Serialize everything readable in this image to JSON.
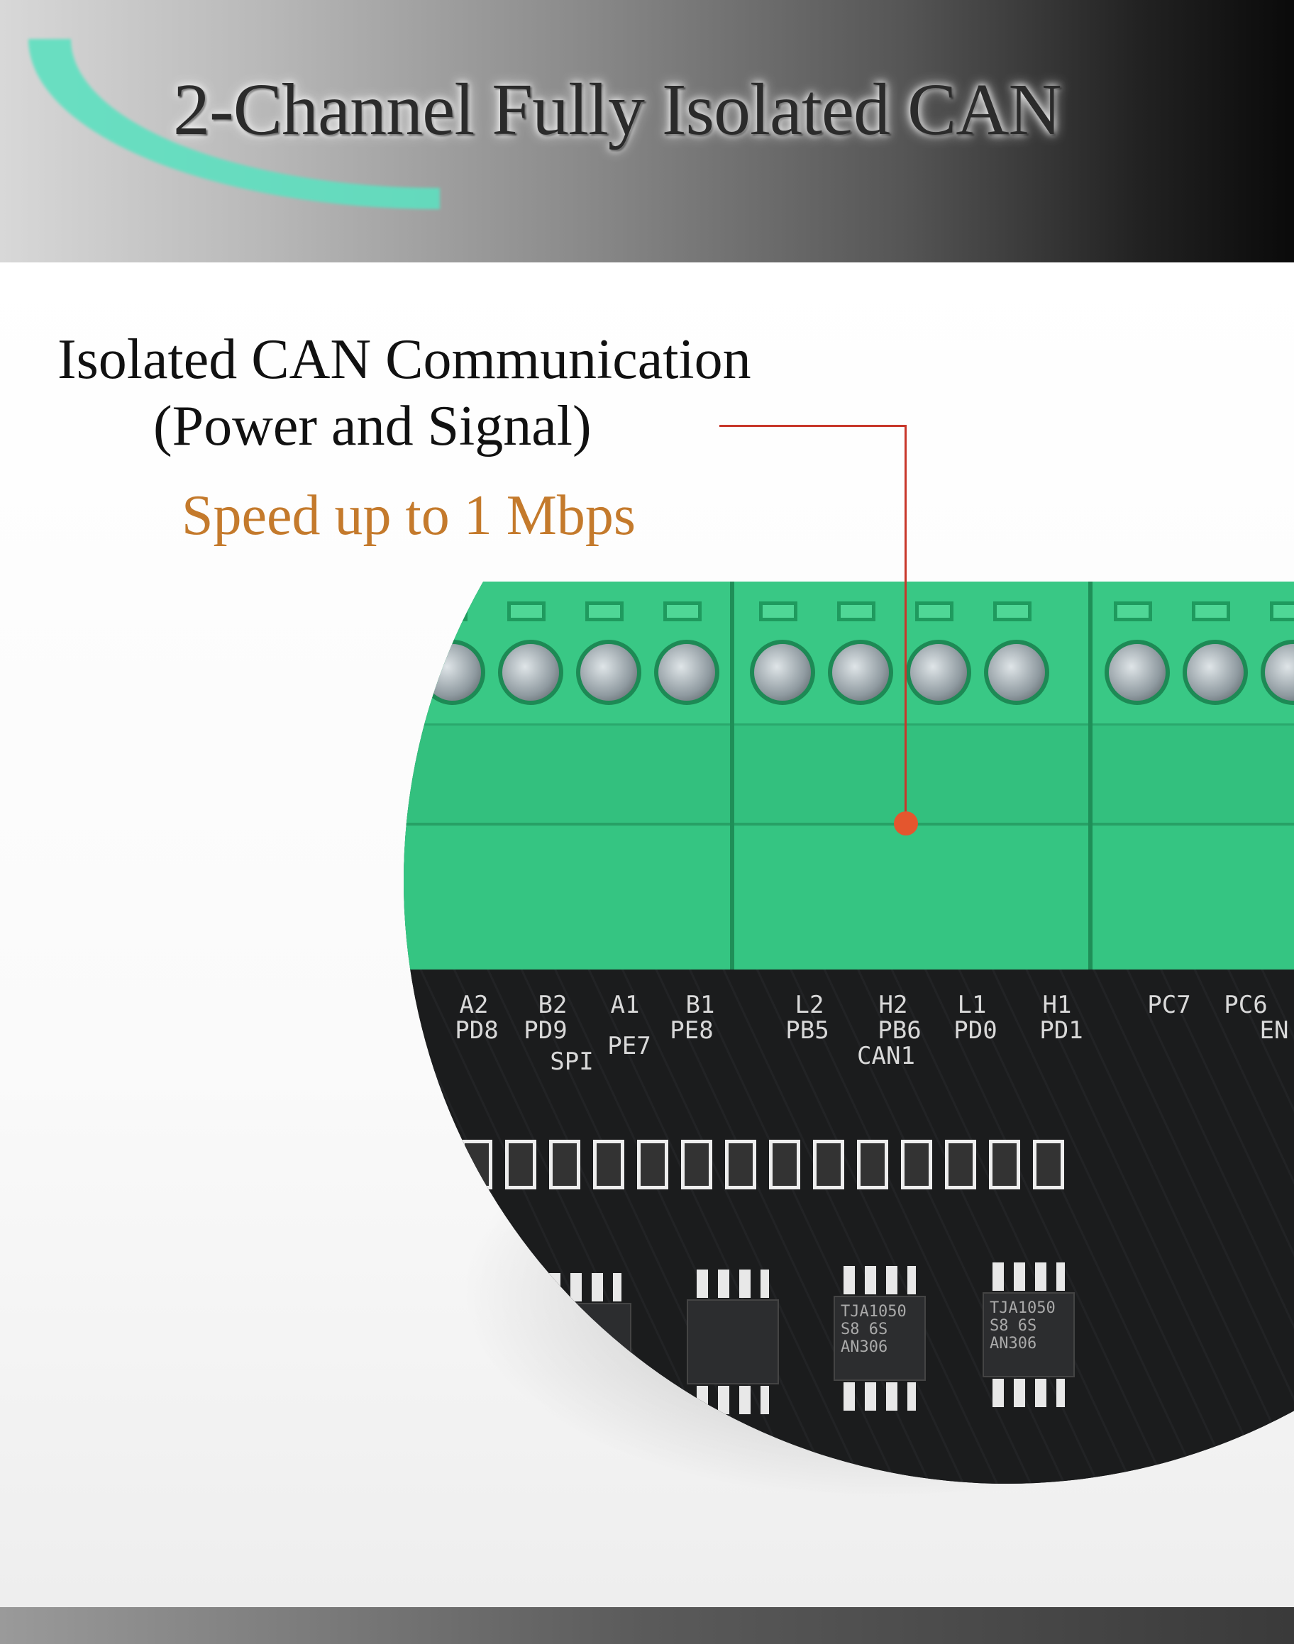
{
  "header": {
    "title": "2-Channel Fully Isolated CAN",
    "accent": "#5ee0c0"
  },
  "feature": {
    "line1": "Isolated CAN Communication",
    "line2": "(Power and Signal)",
    "speed": "Speed up to 1 Mbps",
    "speed_color": "#c47a2c",
    "leader_color": "#c8372a"
  },
  "pcb": {
    "labels_top": [
      "A2",
      "B2",
      "A1",
      "B1",
      "L2",
      "H2",
      "L1",
      "H1",
      "PC7",
      "PC6"
    ],
    "labels_bottom": [
      "PD8",
      "PD9",
      "PE7",
      "PE8",
      "PB5",
      "PB6",
      "PD0",
      "PD1",
      "EN"
    ],
    "group_labels": [
      "SPI",
      "CAN1"
    ],
    "chip_text": [
      "TJA1050",
      "S8 6S",
      "AN306"
    ]
  }
}
